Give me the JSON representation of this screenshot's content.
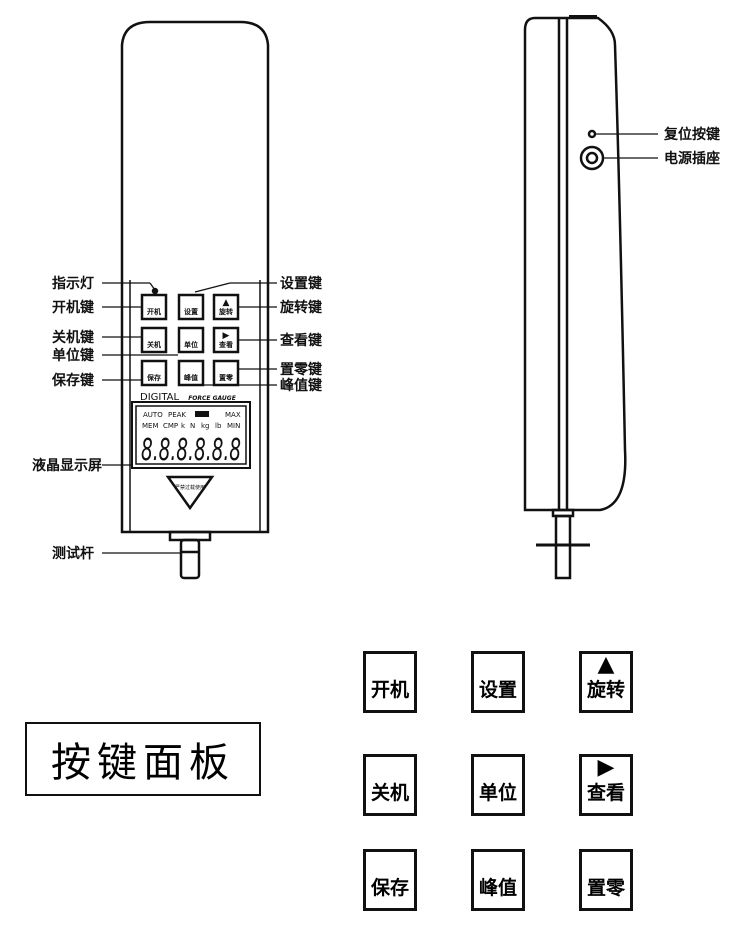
{
  "front_labels": {
    "indicator": "指示灯",
    "power_on": "开机键",
    "power_off": "关机键",
    "unit": "单位键",
    "save": "保存键",
    "lcd": "液晶显示屏",
    "rod": "测试杆",
    "settings": "设置键",
    "rotate": "旋转键",
    "view": "查看键",
    "zero": "置零键",
    "peak": "峰值键"
  },
  "keys": [
    {
      "label": "开机",
      "arrow": ""
    },
    {
      "label": "设置",
      "arrow": ""
    },
    {
      "label": "旋转",
      "arrow": "▲"
    },
    {
      "label": "关机",
      "arrow": ""
    },
    {
      "label": "单位",
      "arrow": ""
    },
    {
      "label": "查看",
      "arrow": "▶"
    },
    {
      "label": "保存",
      "arrow": ""
    },
    {
      "label": "峰值",
      "arrow": ""
    },
    {
      "label": "置零",
      "arrow": ""
    }
  ],
  "device": {
    "brand_left": "DIGITAL",
    "brand_right": "FORCE GAUGE",
    "lcd_row1": [
      "AUTO",
      "PEAK",
      "MAX"
    ],
    "lcd_row2": [
      "MEM",
      "CMP",
      "k",
      "N",
      "kg",
      "lb",
      "MIN"
    ],
    "lcd_digits": "8.8.8.8.8.8",
    "warning": "严禁过载使用"
  },
  "side_labels": {
    "reset": "复位按键",
    "power_jack": "电源插座"
  },
  "panel_title": "按键面板"
}
